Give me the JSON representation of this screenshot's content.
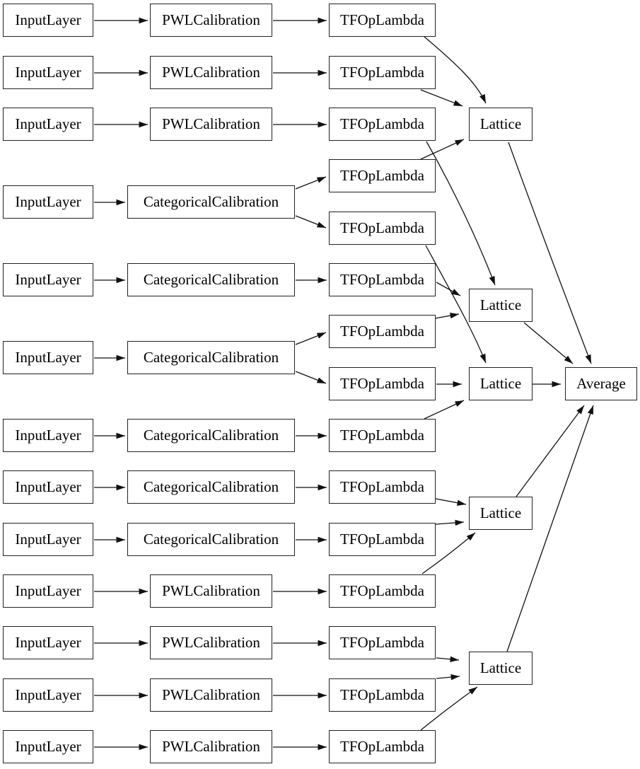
{
  "diagram": {
    "kind": "keras-model-architecture-graph",
    "background_color": "#ffffff",
    "node_border_color": "#222222",
    "edge_color": "#111111",
    "text_color": "#000000",
    "node_labels": {
      "input": "InputLayer",
      "pwl_calibration": "PWLCalibration",
      "categorical_calibration": "CategoricalCalibration",
      "tf_op_lambda": "TFOpLambda",
      "lattice": "Lattice",
      "average": "Average"
    },
    "nodes": [
      {
        "id": "input_1",
        "label": "InputLayer"
      },
      {
        "id": "input_2",
        "label": "InputLayer"
      },
      {
        "id": "input_3",
        "label": "InputLayer"
      },
      {
        "id": "input_4",
        "label": "InputLayer"
      },
      {
        "id": "input_5",
        "label": "InputLayer"
      },
      {
        "id": "input_6",
        "label": "InputLayer"
      },
      {
        "id": "input_7",
        "label": "InputLayer"
      },
      {
        "id": "input_8",
        "label": "InputLayer"
      },
      {
        "id": "input_9",
        "label": "InputLayer"
      },
      {
        "id": "input_10",
        "label": "InputLayer"
      },
      {
        "id": "input_11",
        "label": "InputLayer"
      },
      {
        "id": "input_12",
        "label": "InputLayer"
      },
      {
        "id": "input_13",
        "label": "InputLayer"
      },
      {
        "id": "calib_1",
        "label": "PWLCalibration"
      },
      {
        "id": "calib_2",
        "label": "PWLCalibration"
      },
      {
        "id": "calib_3",
        "label": "PWLCalibration"
      },
      {
        "id": "calib_4",
        "label": "CategoricalCalibration"
      },
      {
        "id": "calib_5",
        "label": "CategoricalCalibration"
      },
      {
        "id": "calib_6",
        "label": "CategoricalCalibration"
      },
      {
        "id": "calib_7",
        "label": "CategoricalCalibration"
      },
      {
        "id": "calib_8",
        "label": "CategoricalCalibration"
      },
      {
        "id": "calib_9",
        "label": "CategoricalCalibration"
      },
      {
        "id": "calib_10",
        "label": "PWLCalibration"
      },
      {
        "id": "calib_11",
        "label": "PWLCalibration"
      },
      {
        "id": "calib_12",
        "label": "PWLCalibration"
      },
      {
        "id": "calib_13",
        "label": "PWLCalibration"
      },
      {
        "id": "lambda_1",
        "label": "TFOpLambda"
      },
      {
        "id": "lambda_2",
        "label": "TFOpLambda"
      },
      {
        "id": "lambda_3",
        "label": "TFOpLambda"
      },
      {
        "id": "lambda_4",
        "label": "TFOpLambda"
      },
      {
        "id": "lambda_5",
        "label": "TFOpLambda"
      },
      {
        "id": "lambda_6",
        "label": "TFOpLambda"
      },
      {
        "id": "lambda_7",
        "label": "TFOpLambda"
      },
      {
        "id": "lambda_8",
        "label": "TFOpLambda"
      },
      {
        "id": "lambda_9",
        "label": "TFOpLambda"
      },
      {
        "id": "lambda_10",
        "label": "TFOpLambda"
      },
      {
        "id": "lambda_11",
        "label": "TFOpLambda"
      },
      {
        "id": "lambda_12",
        "label": "TFOpLambda"
      },
      {
        "id": "lambda_13",
        "label": "TFOpLambda"
      },
      {
        "id": "lambda_14",
        "label": "TFOpLambda"
      },
      {
        "id": "lambda_15",
        "label": "TFOpLambda"
      },
      {
        "id": "lattice_1",
        "label": "Lattice"
      },
      {
        "id": "lattice_2",
        "label": "Lattice"
      },
      {
        "id": "lattice_3",
        "label": "Lattice"
      },
      {
        "id": "lattice_4",
        "label": "Lattice"
      },
      {
        "id": "lattice_5",
        "label": "Lattice"
      },
      {
        "id": "average",
        "label": "Average"
      }
    ],
    "edges": [
      {
        "from": "input_1",
        "to": "calib_1"
      },
      {
        "from": "input_2",
        "to": "calib_2"
      },
      {
        "from": "input_3",
        "to": "calib_3"
      },
      {
        "from": "input_4",
        "to": "calib_4"
      },
      {
        "from": "input_5",
        "to": "calib_5"
      },
      {
        "from": "input_6",
        "to": "calib_6"
      },
      {
        "from": "input_7",
        "to": "calib_7"
      },
      {
        "from": "input_8",
        "to": "calib_8"
      },
      {
        "from": "input_9",
        "to": "calib_9"
      },
      {
        "from": "input_10",
        "to": "calib_10"
      },
      {
        "from": "input_11",
        "to": "calib_11"
      },
      {
        "from": "input_12",
        "to": "calib_12"
      },
      {
        "from": "input_13",
        "to": "calib_13"
      },
      {
        "from": "calib_1",
        "to": "lambda_1"
      },
      {
        "from": "calib_2",
        "to": "lambda_2"
      },
      {
        "from": "calib_3",
        "to": "lambda_3"
      },
      {
        "from": "calib_4",
        "to": "lambda_4"
      },
      {
        "from": "calib_4",
        "to": "lambda_5"
      },
      {
        "from": "calib_5",
        "to": "lambda_6"
      },
      {
        "from": "calib_6",
        "to": "lambda_7"
      },
      {
        "from": "calib_6",
        "to": "lambda_8"
      },
      {
        "from": "calib_7",
        "to": "lambda_9"
      },
      {
        "from": "calib_8",
        "to": "lambda_10"
      },
      {
        "from": "calib_9",
        "to": "lambda_11"
      },
      {
        "from": "calib_10",
        "to": "lambda_12"
      },
      {
        "from": "calib_11",
        "to": "lambda_13"
      },
      {
        "from": "calib_12",
        "to": "lambda_14"
      },
      {
        "from": "calib_13",
        "to": "lambda_15"
      },
      {
        "from": "lambda_1",
        "to": "lattice_1"
      },
      {
        "from": "lambda_2",
        "to": "lattice_1"
      },
      {
        "from": "lambda_4",
        "to": "lattice_1"
      },
      {
        "from": "lambda_3",
        "to": "lattice_2"
      },
      {
        "from": "lambda_6",
        "to": "lattice_2"
      },
      {
        "from": "lambda_7",
        "to": "lattice_2"
      },
      {
        "from": "lambda_5",
        "to": "lattice_3"
      },
      {
        "from": "lambda_8",
        "to": "lattice_3"
      },
      {
        "from": "lambda_9",
        "to": "lattice_3"
      },
      {
        "from": "lambda_10",
        "to": "lattice_4"
      },
      {
        "from": "lambda_11",
        "to": "lattice_4"
      },
      {
        "from": "lambda_12",
        "to": "lattice_4"
      },
      {
        "from": "lambda_13",
        "to": "lattice_5"
      },
      {
        "from": "lambda_14",
        "to": "lattice_5"
      },
      {
        "from": "lambda_15",
        "to": "lattice_5"
      },
      {
        "from": "lattice_1",
        "to": "average"
      },
      {
        "from": "lattice_2",
        "to": "average"
      },
      {
        "from": "lattice_3",
        "to": "average"
      },
      {
        "from": "lattice_4",
        "to": "average"
      },
      {
        "from": "lattice_5",
        "to": "average"
      }
    ]
  }
}
